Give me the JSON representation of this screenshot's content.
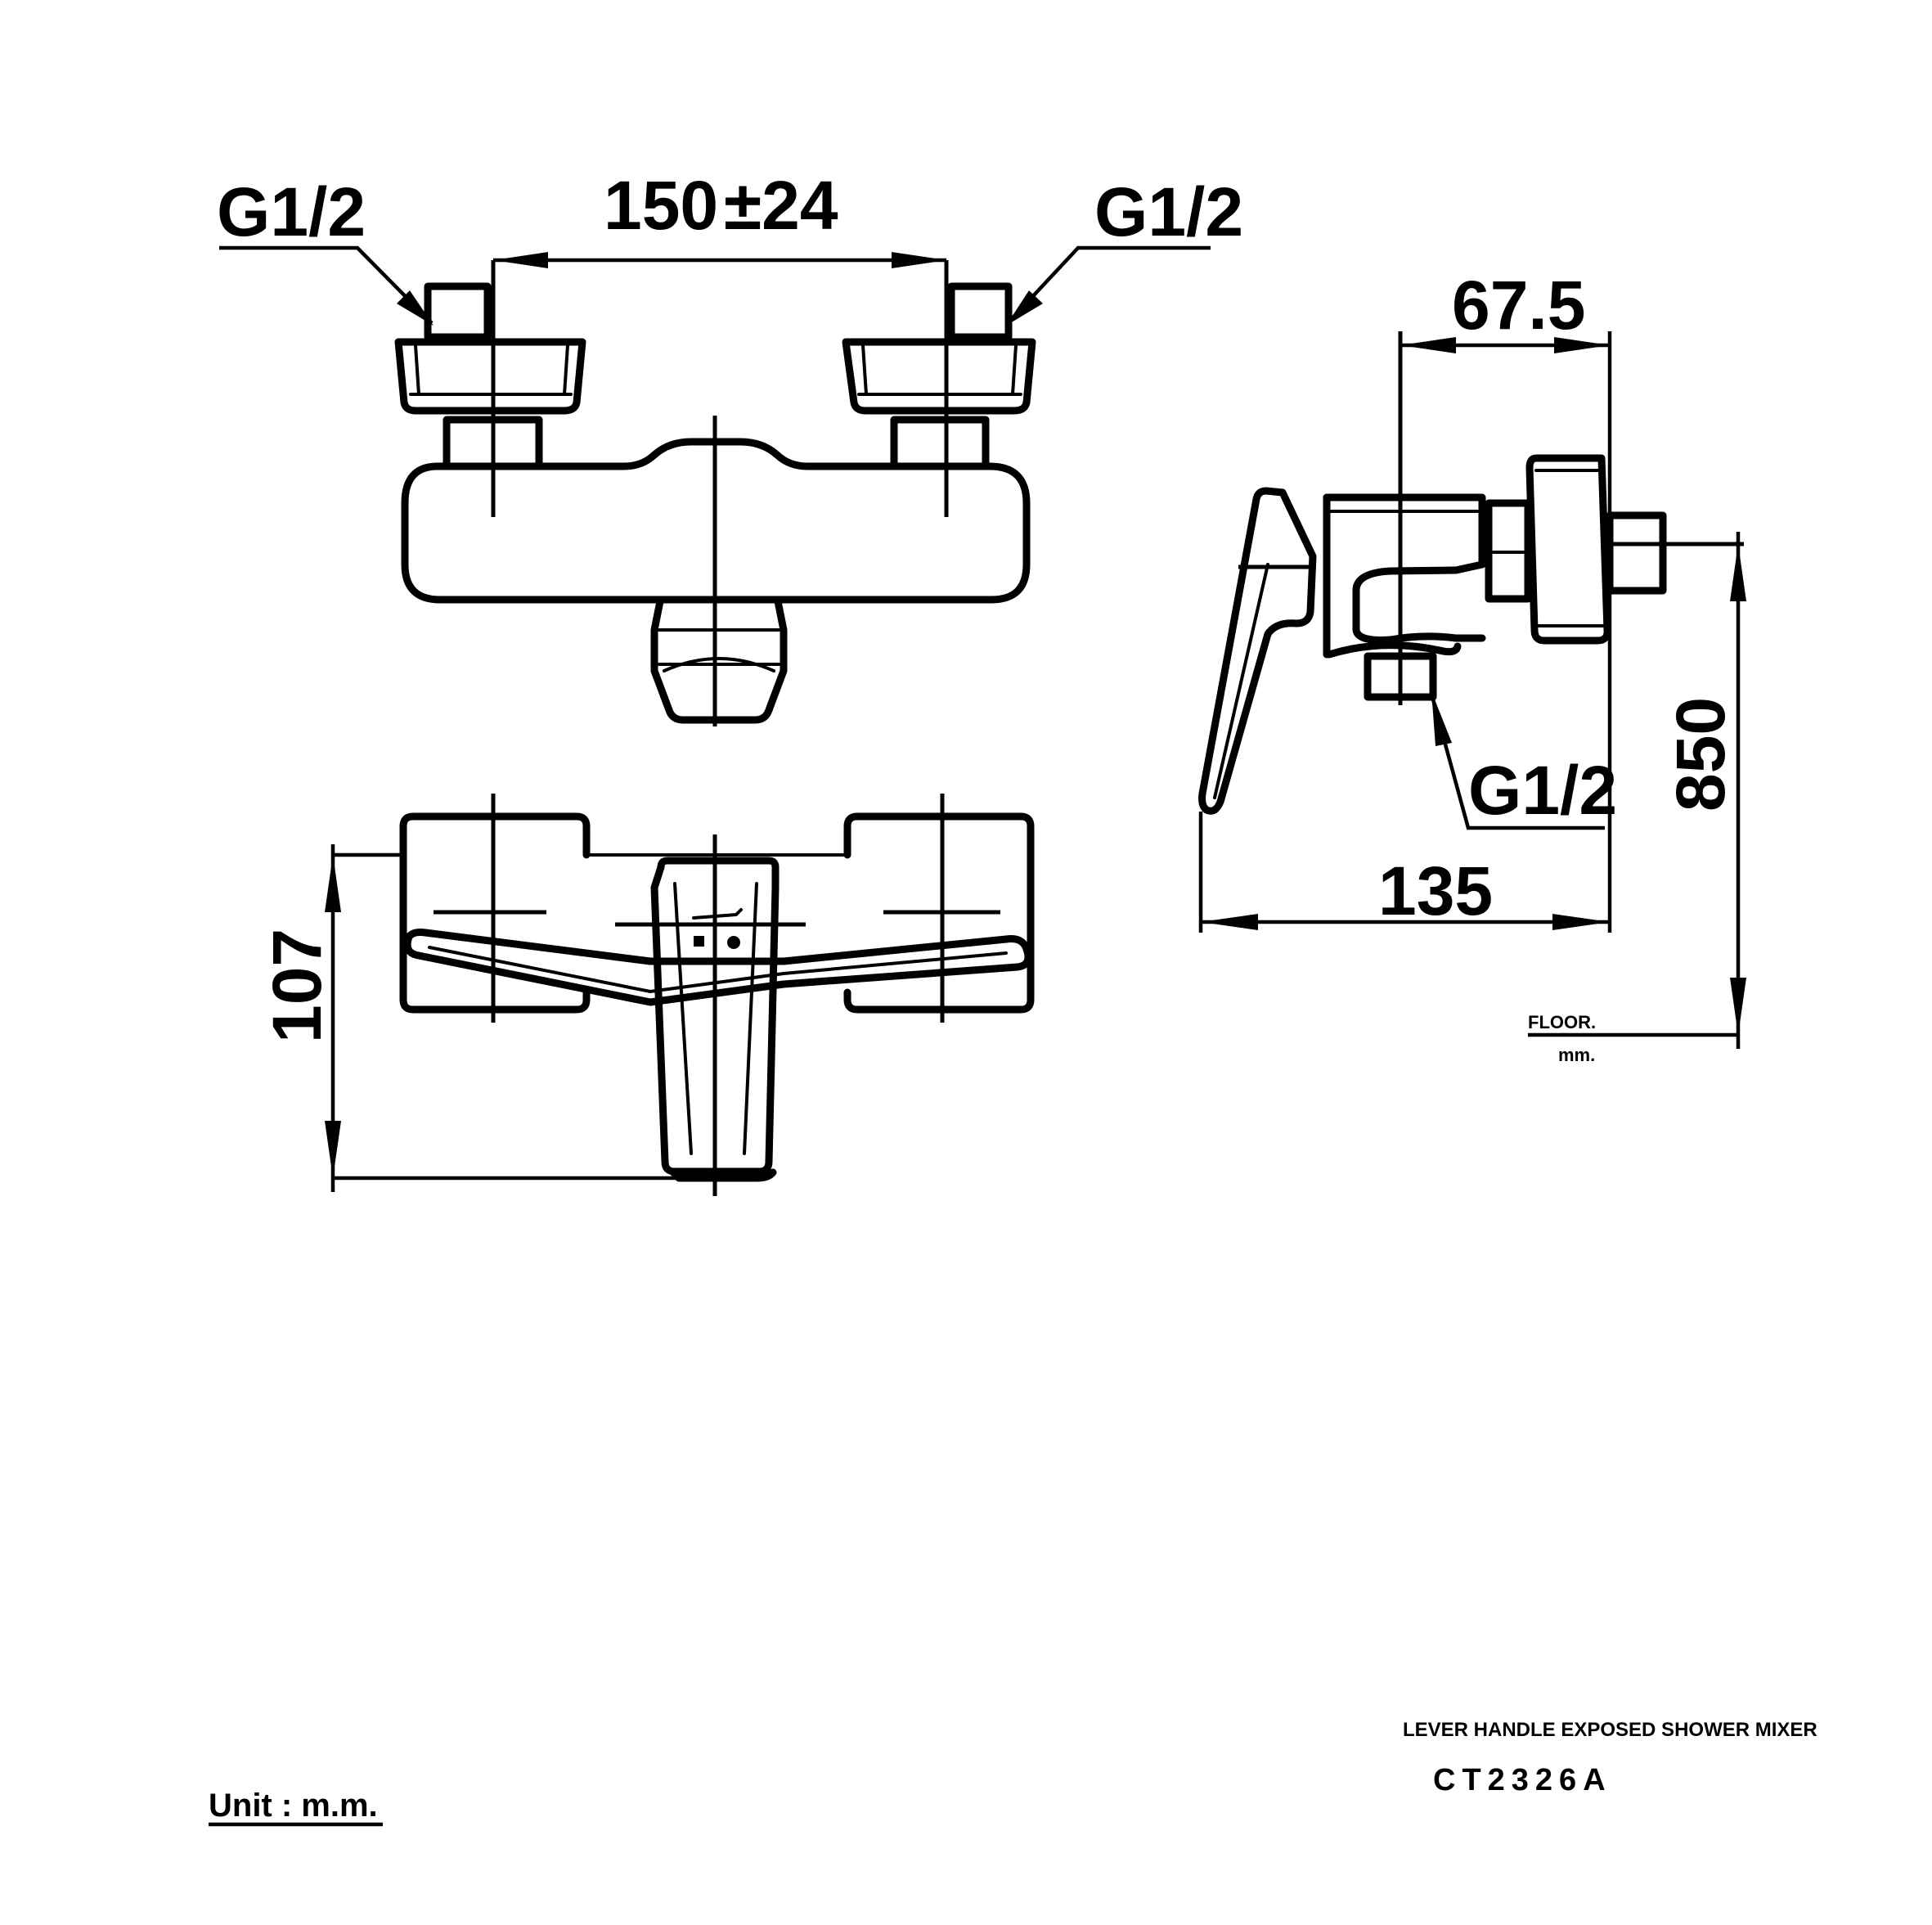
{
  "labels": {
    "thread_left": "G1/2",
    "centers_value": "150",
    "centers_tolerance": "±24",
    "thread_right": "G1/2",
    "depth_value": "67.5",
    "thread_outlet": "G1/2",
    "projection_value": "135",
    "height_value": "107",
    "mount_height_value": "850",
    "floor_label": "FLOOR.",
    "floor_unit": "mm."
  },
  "title_block": {
    "product_name": "LEVER HANDLE EXPOSED SHOWER MIXER",
    "model_code": "CT2326A"
  },
  "unit_note": "Unit : m.m."
}
